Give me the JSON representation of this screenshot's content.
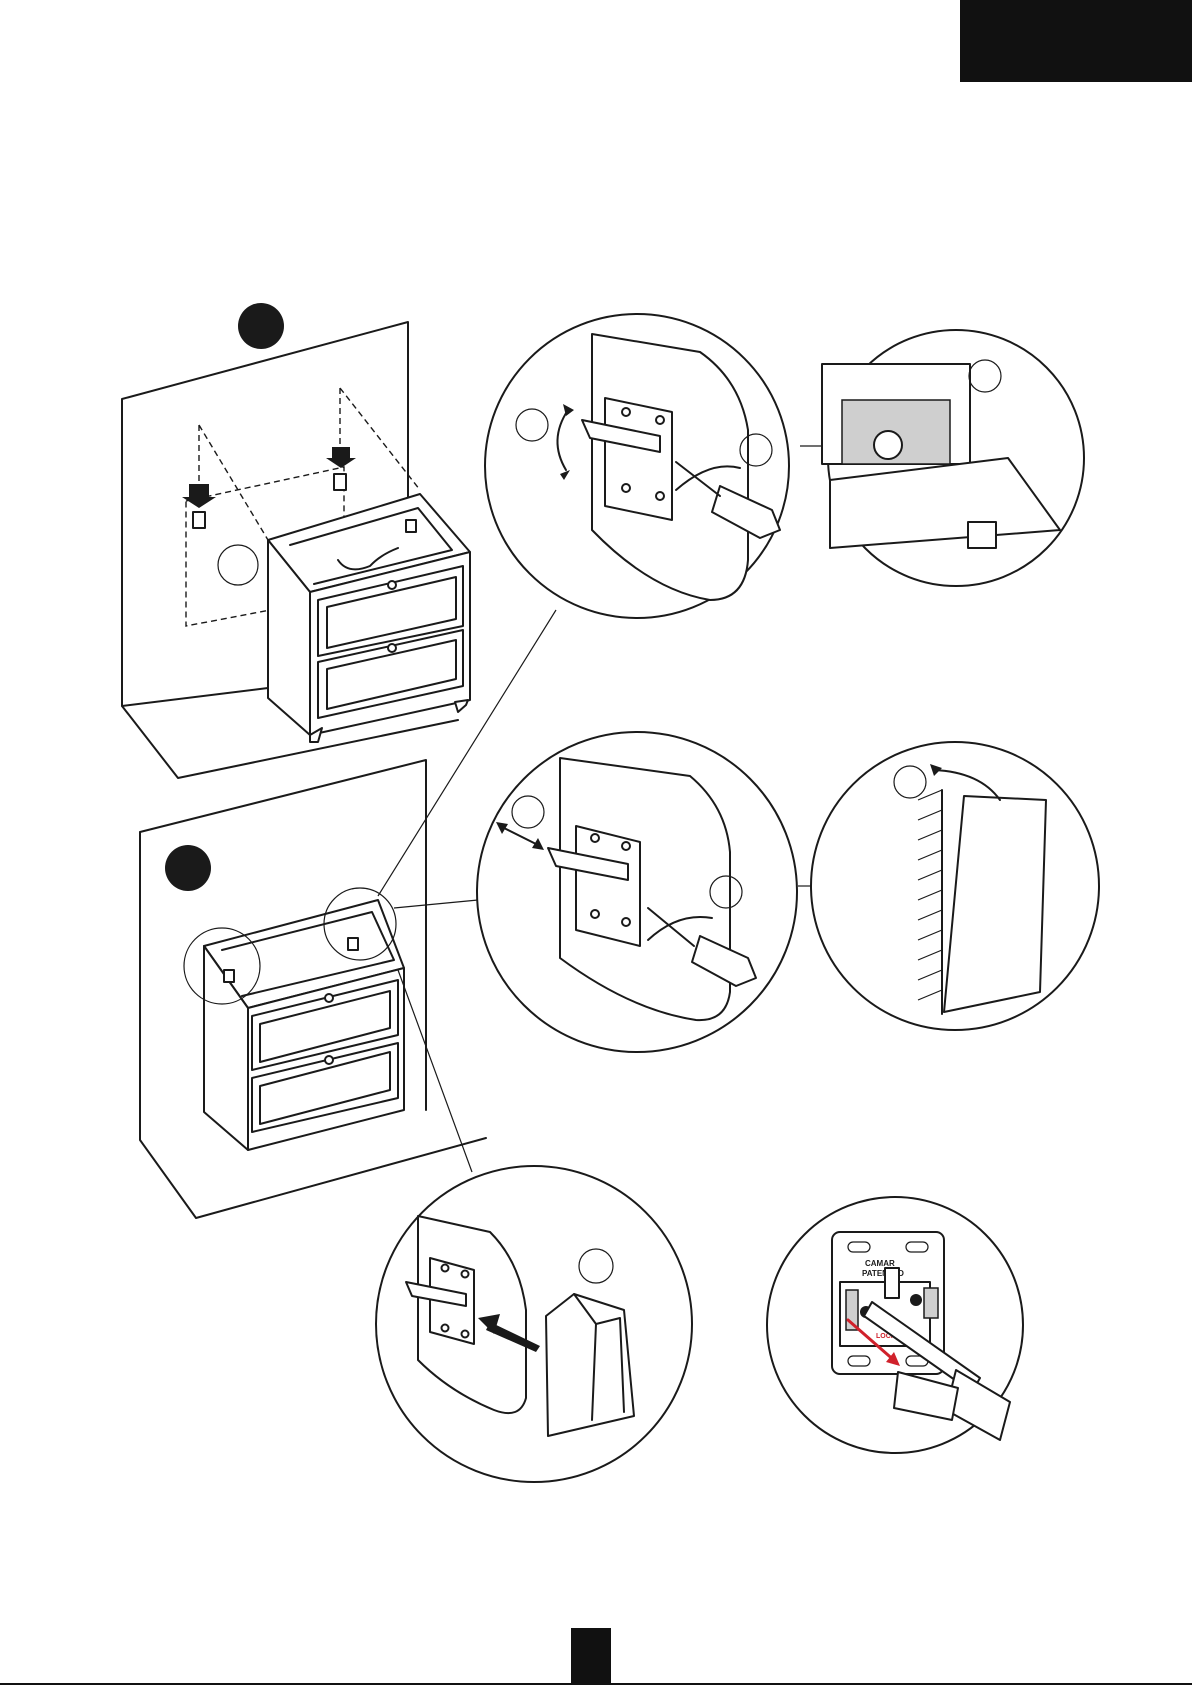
{
  "bracket_label_brand": "CAMAR",
  "bracket_label_patent": "PATENTED",
  "bracket_label_lock": "LOCK",
  "colors": {
    "ink": "#1a1a1a",
    "accent": "#d0212b",
    "paper": "#ffffff"
  }
}
